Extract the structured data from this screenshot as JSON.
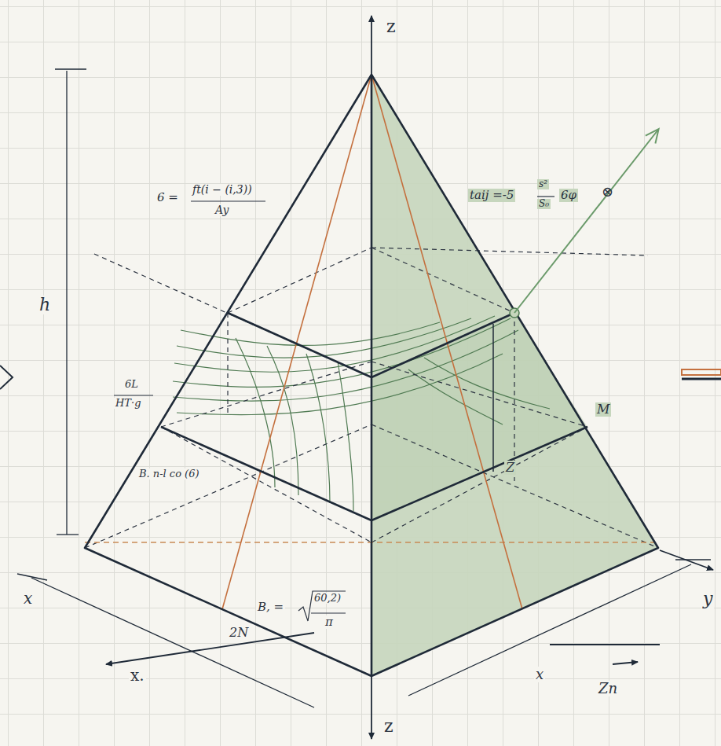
{
  "diagram": {
    "labels": [
      "z",
      "h",
      "6 =",
      "ft(i − (i,3))",
      "Ay",
      "taij =-5",
      "s²",
      "S₀",
      "6φ",
      "⊗",
      "6L",
      "HT·g",
      "B. n-l co (6)",
      "M",
      "Z",
      "x",
      "B, =",
      "60,2)",
      "π",
      "2N",
      "x.",
      "x",
      "y",
      "Zn",
      "z"
    ]
  }
}
